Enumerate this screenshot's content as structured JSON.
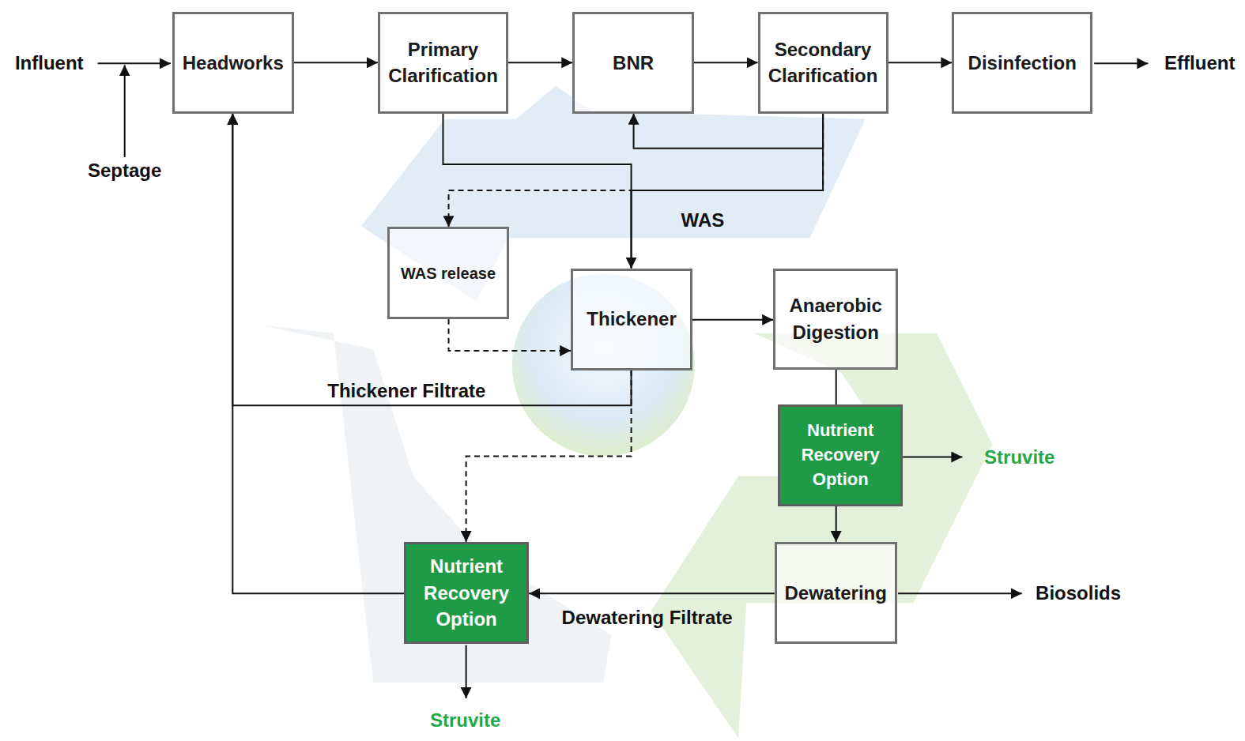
{
  "diagram": {
    "nodes": [
      {
        "text": [
          "Headworks"
        ]
      },
      {
        "text": [
          "Primary Clarification"
        ]
      },
      {
        "text": [
          "BNR"
        ]
      },
      {
        "text": [
          "Secondary Clarification"
        ]
      },
      {
        "text": [
          "Disinfection"
        ]
      },
      {
        "text": [
          "WAS release"
        ]
      },
      {
        "text": [
          "Thickener"
        ]
      },
      {
        "text": [
          "Anaerobic Digestion"
        ]
      },
      {
        "text": [
          "Nutrient Recovery Option"
        ]
      },
      {
        "text": [
          "Nutrient Recovery Option"
        ]
      },
      {
        "text": [
          "Dewatering"
        ]
      }
    ],
    "edges": [
      {
        "from": 0,
        "to": 1,
        "arrow": "to"
      },
      {
        "from": 1,
        "to": 2,
        "arrow": "to"
      },
      {
        "from": 2,
        "to": 3,
        "arrow": "to"
      },
      {
        "from": 3,
        "to": 4,
        "arrow": "to"
      },
      {
        "from": 3,
        "to": 2,
        "arrow": "to"
      },
      {
        "from": 1,
        "to": 6,
        "arrow": "to"
      },
      {
        "from": 3,
        "to": 6,
        "label": "WAS",
        "arrow": "to"
      },
      {
        "from": 3,
        "to": 5,
        "arrow": "to"
      },
      {
        "from": 5,
        "to": 6,
        "arrow": "to"
      },
      {
        "from": 6,
        "to": 7,
        "arrow": "to"
      },
      {
        "from": 6,
        "to": 0,
        "label": "Thickener Filtrate",
        "arrow": "to"
      },
      {
        "from": 6,
        "to": 9,
        "arrow": "to"
      },
      {
        "from": 7,
        "to": 8,
        "arrow": "none"
      },
      {
        "from": 8,
        "to": 10,
        "arrow": "to"
      },
      {
        "from": 10,
        "to": 9,
        "label": "Dewatering Filtrate",
        "arrow": "to"
      },
      {
        "from": 9,
        "to": 0,
        "arrow": "to"
      }
    ],
    "labels": [
      "Influent",
      "Septage",
      "Effluent",
      "Struvite",
      "Struvite",
      "Biosolids"
    ]
  }
}
